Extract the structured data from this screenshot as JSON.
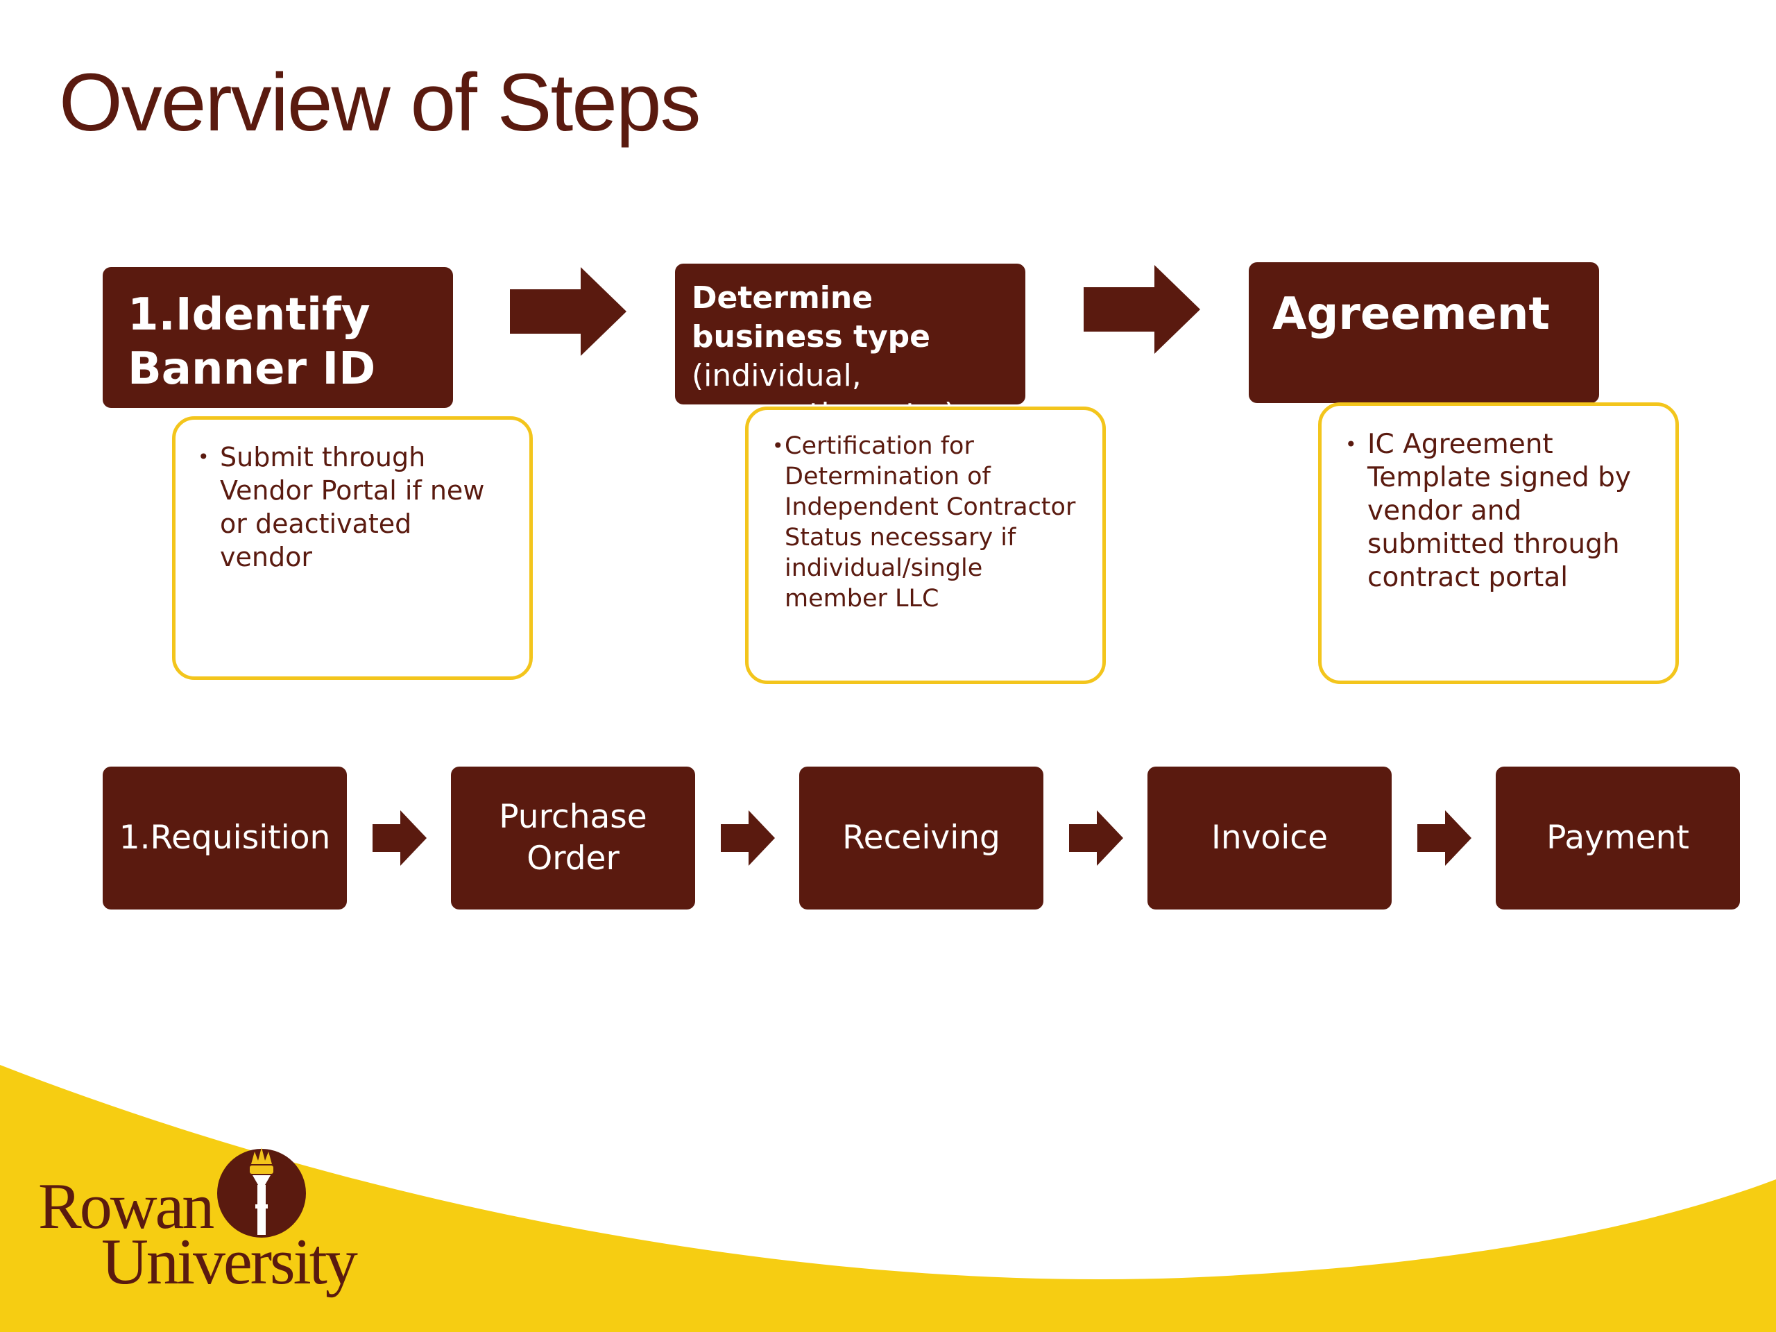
{
  "title": "Overview of Steps",
  "top_flow": [
    {
      "header": "1.Identify Banner ID",
      "detail": "Submit through Vendor Portal if new or deactivated vendor"
    },
    {
      "header_bold": "Determine business type",
      "header_rest": " (individual, corporation, etc.)",
      "detail": "Certification for Determination of Independent Contractor Status necessary if individual/single member LLC"
    },
    {
      "header": "Agreement",
      "detail": "IC Agreement Template signed by vendor and submitted through contract portal"
    }
  ],
  "bottom_flow": [
    {
      "label": "1.Requisition"
    },
    {
      "label": "Purchase Order"
    },
    {
      "label": "Receiving"
    },
    {
      "label": "Invoice"
    },
    {
      "label": "Payment"
    }
  ],
  "logo": {
    "line1": "Rowan",
    "line2": "University"
  },
  "colors": {
    "maroon": "#5a1a0f",
    "gold": "#f3c51c",
    "white": "#ffffff"
  },
  "icons": {
    "flow_arrow": "arrow-right-icon",
    "logo_mark": "torch-icon"
  }
}
